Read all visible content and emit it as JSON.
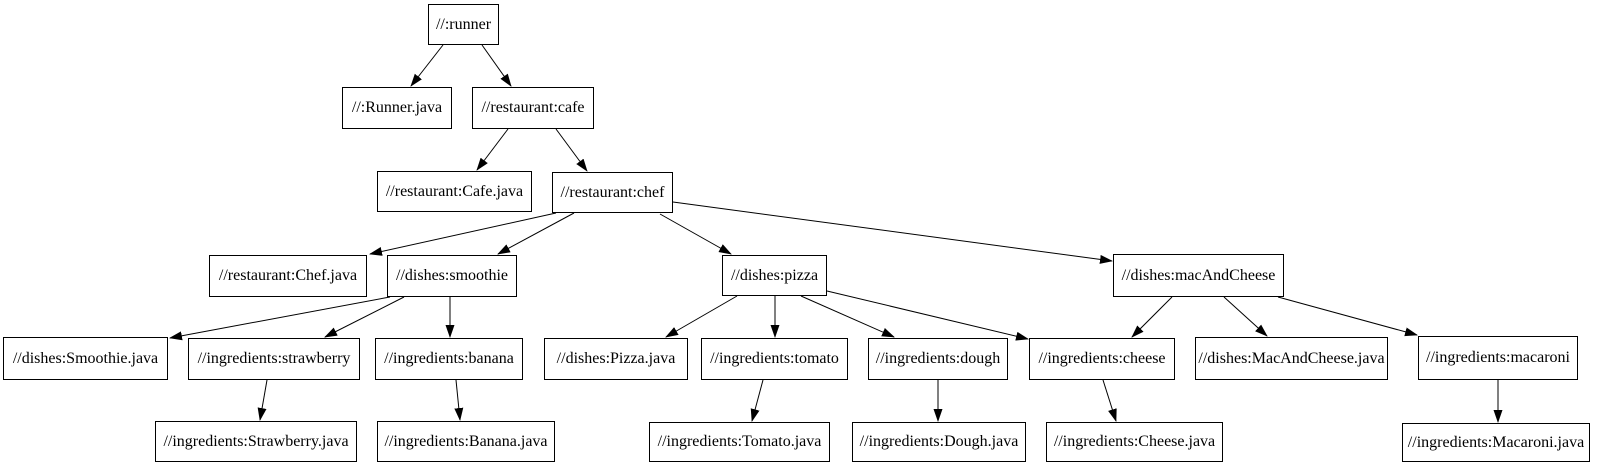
{
  "diagram": {
    "type": "dependency-graph",
    "colors": {
      "background": "#ffffff",
      "node_fill": "#ffffff",
      "node_border": "#000000",
      "edge": "#000000",
      "text": "#000000"
    },
    "nodes": {
      "runner": "//:runner",
      "runner_java": "//:Runner.java",
      "cafe": "//restaurant:cafe",
      "cafe_java": "//restaurant:Cafe.java",
      "chef": "//restaurant:chef",
      "chef_java": "//restaurant:Chef.java",
      "smoothie": "//dishes:smoothie",
      "pizza": "//dishes:pizza",
      "macandcheese": "//dishes:macAndCheese",
      "smoothie_java": "//dishes:Smoothie.java",
      "strawberry": "//ingredients:strawberry",
      "banana": "//ingredients:banana",
      "pizza_java": "//dishes:Pizza.java",
      "tomato": "//ingredients:tomato",
      "dough": "//ingredients:dough",
      "cheese": "//ingredients:cheese",
      "macandcheese_java": "//dishes:MacAndCheese.java",
      "macaroni": "//ingredients:macaroni",
      "strawberry_java": "//ingredients:Strawberry.java",
      "banana_java": "//ingredients:Banana.java",
      "tomato_java": "//ingredients:Tomato.java",
      "dough_java": "//ingredients:Dough.java",
      "cheese_java": "//ingredients:Cheese.java",
      "macaroni_java": "//ingredients:Macaroni.java"
    },
    "edges": [
      {
        "from": "runner",
        "to": "runner_java"
      },
      {
        "from": "runner",
        "to": "cafe"
      },
      {
        "from": "cafe",
        "to": "cafe_java"
      },
      {
        "from": "cafe",
        "to": "chef"
      },
      {
        "from": "chef",
        "to": "chef_java"
      },
      {
        "from": "chef",
        "to": "smoothie"
      },
      {
        "from": "chef",
        "to": "pizza"
      },
      {
        "from": "chef",
        "to": "macandcheese"
      },
      {
        "from": "smoothie",
        "to": "smoothie_java"
      },
      {
        "from": "smoothie",
        "to": "strawberry"
      },
      {
        "from": "smoothie",
        "to": "banana"
      },
      {
        "from": "pizza",
        "to": "pizza_java"
      },
      {
        "from": "pizza",
        "to": "tomato"
      },
      {
        "from": "pizza",
        "to": "dough"
      },
      {
        "from": "pizza",
        "to": "cheese"
      },
      {
        "from": "macandcheese",
        "to": "cheese"
      },
      {
        "from": "macandcheese",
        "to": "macandcheese_java"
      },
      {
        "from": "macandcheese",
        "to": "macaroni"
      },
      {
        "from": "strawberry",
        "to": "strawberry_java"
      },
      {
        "from": "banana",
        "to": "banana_java"
      },
      {
        "from": "tomato",
        "to": "tomato_java"
      },
      {
        "from": "dough",
        "to": "dough_java"
      },
      {
        "from": "cheese",
        "to": "cheese_java"
      },
      {
        "from": "macaroni",
        "to": "macaroni_java"
      }
    ]
  }
}
